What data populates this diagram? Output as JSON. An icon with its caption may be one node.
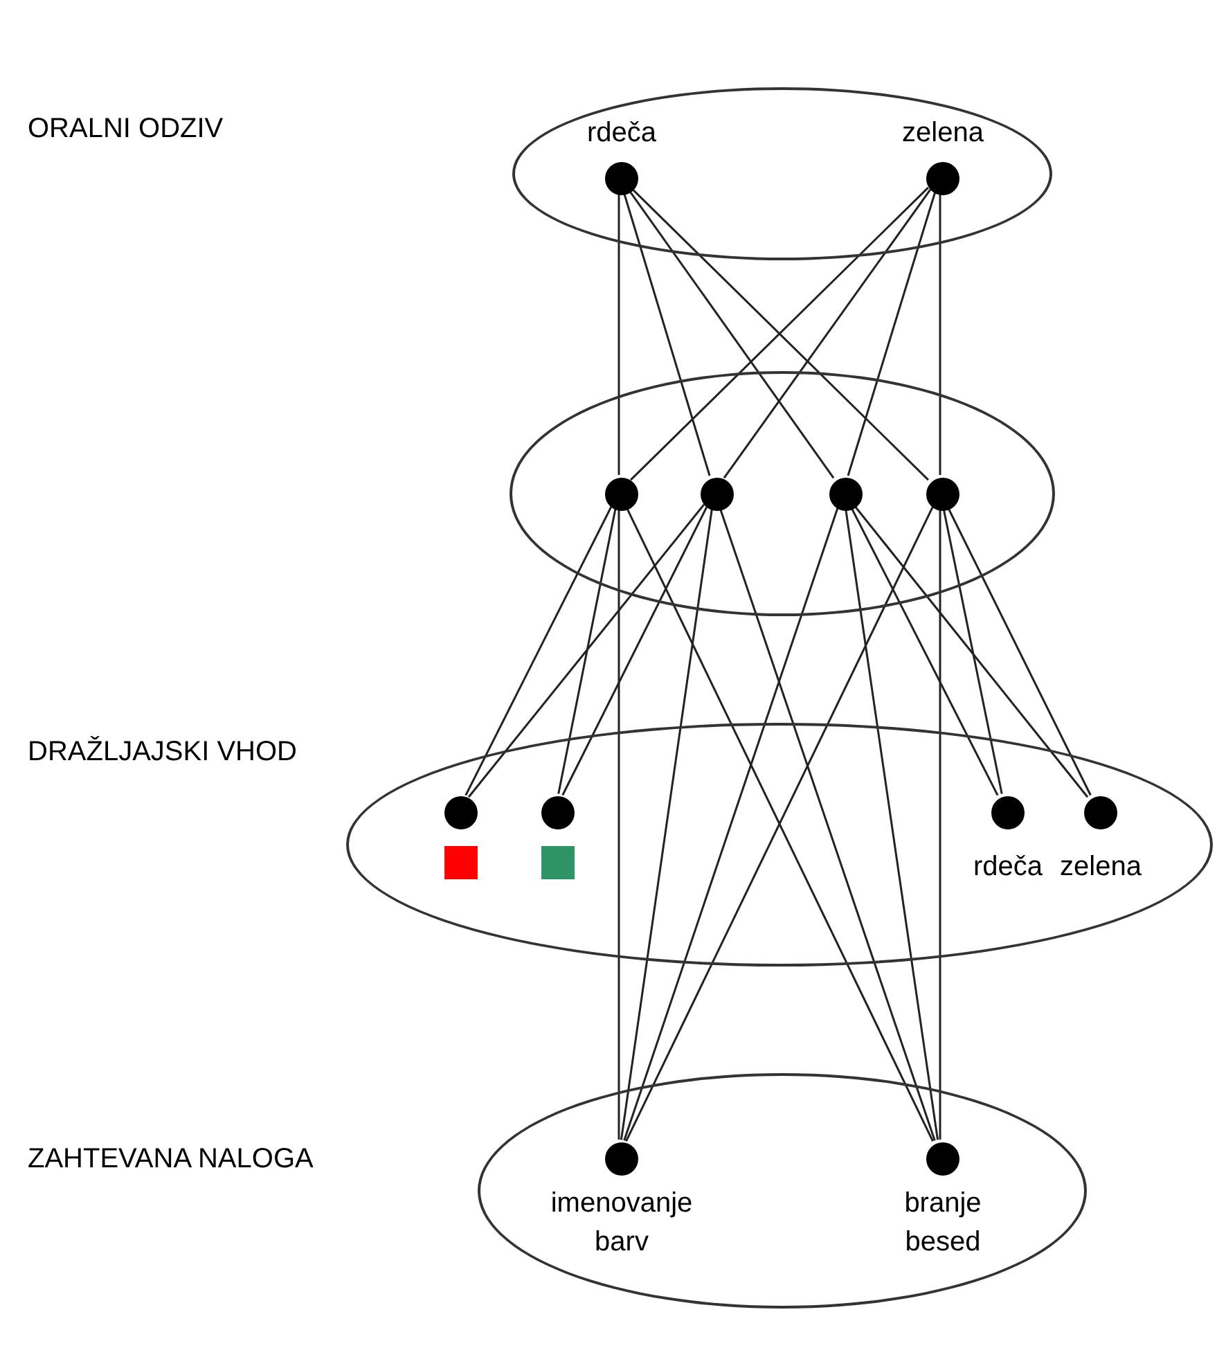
{
  "diagram": {
    "nodes": [
      {
        "text": [],
        "shape": "ellipse"
      },
      {
        "text": [],
        "shape": "circle",
        "in": 0,
        "beside": [
          "rdeča"
        ]
      },
      {
        "text": [],
        "shape": "circle",
        "in": 0,
        "beside": [
          "zelena"
        ]
      },
      {
        "text": [],
        "shape": "ellipse"
      },
      {
        "text": [],
        "shape": "circle",
        "in": 3
      },
      {
        "text": [],
        "shape": "circle",
        "in": 3
      },
      {
        "text": [],
        "shape": "circle",
        "in": 3
      },
      {
        "text": [],
        "shape": "circle",
        "in": 3
      },
      {
        "text": [],
        "shape": "ellipse"
      },
      {
        "text": [],
        "shape": "circle",
        "in": 8
      },
      {
        "text": [],
        "shape": "circle",
        "in": 8
      },
      {
        "text": [],
        "shape": "circle",
        "in": 8,
        "beside": [
          "rdeča"
        ]
      },
      {
        "text": [],
        "shape": "circle",
        "in": 8,
        "beside": [
          "zelena"
        ]
      },
      {
        "text": [],
        "shape": "ellipse"
      },
      {
        "text": [],
        "shape": "circle",
        "in": 13,
        "beside": [
          "imenovanje barv"
        ]
      },
      {
        "text": [],
        "shape": "circle",
        "in": 13,
        "beside": [
          "branje besed"
        ]
      }
    ],
    "edges": [
      {
        "from": 1,
        "to": 4,
        "arrow": "none"
      },
      {
        "from": 1,
        "to": 5,
        "arrow": "none"
      },
      {
        "from": 1,
        "to": 6,
        "arrow": "none"
      },
      {
        "from": 1,
        "to": 7,
        "arrow": "none"
      },
      {
        "from": 2,
        "to": 4,
        "arrow": "none"
      },
      {
        "from": 2,
        "to": 5,
        "arrow": "none"
      },
      {
        "from": 2,
        "to": 6,
        "arrow": "none"
      },
      {
        "from": 2,
        "to": 7,
        "arrow": "none"
      },
      {
        "from": 4,
        "to": 9,
        "arrow": "none"
      },
      {
        "from": 4,
        "to": 10,
        "arrow": "none"
      },
      {
        "from": 5,
        "to": 9,
        "arrow": "none"
      },
      {
        "from": 5,
        "to": 10,
        "arrow": "none"
      },
      {
        "from": 6,
        "to": 11,
        "arrow": "none"
      },
      {
        "from": 6,
        "to": 12,
        "arrow": "none"
      },
      {
        "from": 7,
        "to": 11,
        "arrow": "none"
      },
      {
        "from": 7,
        "to": 12,
        "arrow": "none"
      },
      {
        "from": 4,
        "to": 14,
        "arrow": "none"
      },
      {
        "from": 4,
        "to": 15,
        "arrow": "none"
      },
      {
        "from": 5,
        "to": 14,
        "arrow": "none"
      },
      {
        "from": 5,
        "to": 15,
        "arrow": "none"
      },
      {
        "from": 6,
        "to": 14,
        "arrow": "none"
      },
      {
        "from": 6,
        "to": 15,
        "arrow": "none"
      },
      {
        "from": 7,
        "to": 14,
        "arrow": "none"
      },
      {
        "from": 7,
        "to": 15,
        "arrow": "none"
      }
    ],
    "labels": [
      "ORALNI ODZIV",
      "DRAŽLJAJSKI VHOD",
      "ZAHTEVANA NALOGA"
    ]
  }
}
